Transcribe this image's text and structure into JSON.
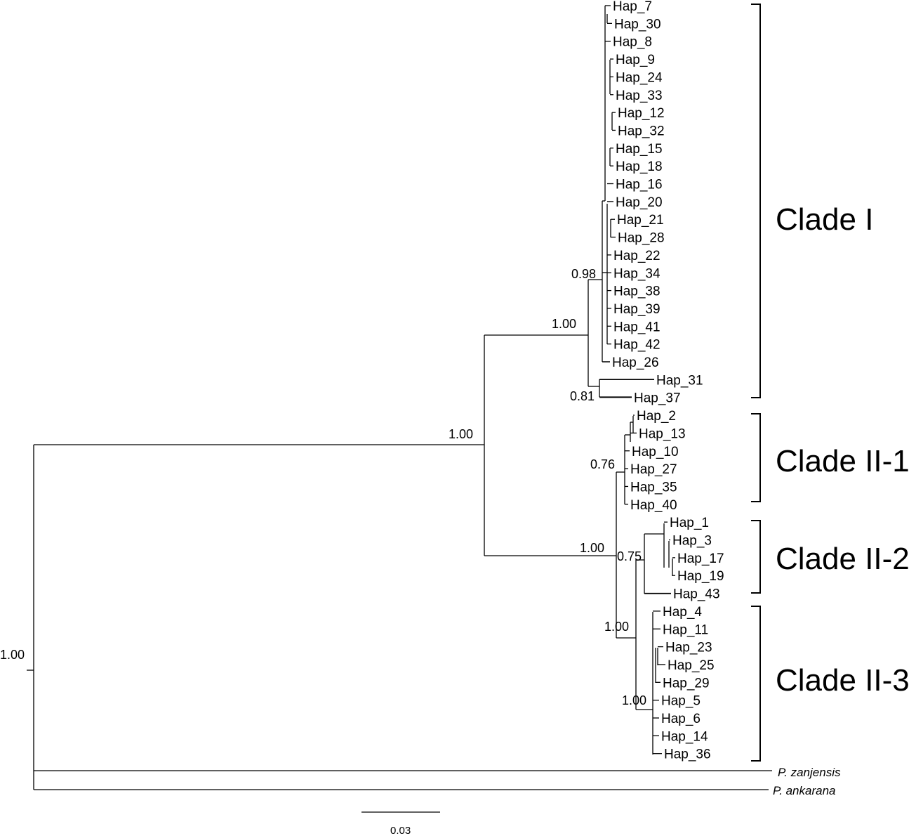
{
  "leaves": [
    "Hap_7",
    "Hap_30",
    "Hap_8",
    "Hap_9",
    "Hap_24",
    "Hap_33",
    "Hap_12",
    "Hap_32",
    "Hap_15",
    "Hap_18",
    "Hap_16",
    "Hap_20",
    "Hap_21",
    "Hap_28",
    "Hap_22",
    "Hap_34",
    "Hap_38",
    "Hap_39",
    "Hap_41",
    "Hap_42",
    "Hap_26",
    "Hap_31",
    "Hap_37",
    "Hap_2",
    "Hap_13",
    "Hap_10",
    "Hap_27",
    "Hap_35",
    "Hap_40",
    "Hap_1",
    "Hap_3",
    "Hap_17",
    "Hap_19",
    "Hap_43",
    "Hap_4",
    "Hap_11",
    "Hap_23",
    "Hap_25",
    "Hap_29",
    "Hap_5",
    "Hap_6",
    "Hap_14",
    "Hap_36"
  ],
  "outgroups": [
    "P. zanjensis",
    "P. ankarana"
  ],
  "support_values": {
    "root": "1.00",
    "ingroup": "1.00",
    "clade_I": "1.00",
    "clade_I_core": "0.98",
    "clade_I_31_37": "0.81",
    "clade_II": "1.00",
    "clade_II_1": "0.76",
    "clade_II_2": "0.75",
    "clade_II_2_3": "1.00",
    "clade_II_3": "1.00"
  },
  "clades": [
    {
      "label": "Clade I"
    },
    {
      "label": "Clade II-1"
    },
    {
      "label": "Clade II-2"
    },
    {
      "label": "Clade II-3"
    }
  ],
  "scale_bar": {
    "label": "0.03",
    "value": 0.03
  }
}
